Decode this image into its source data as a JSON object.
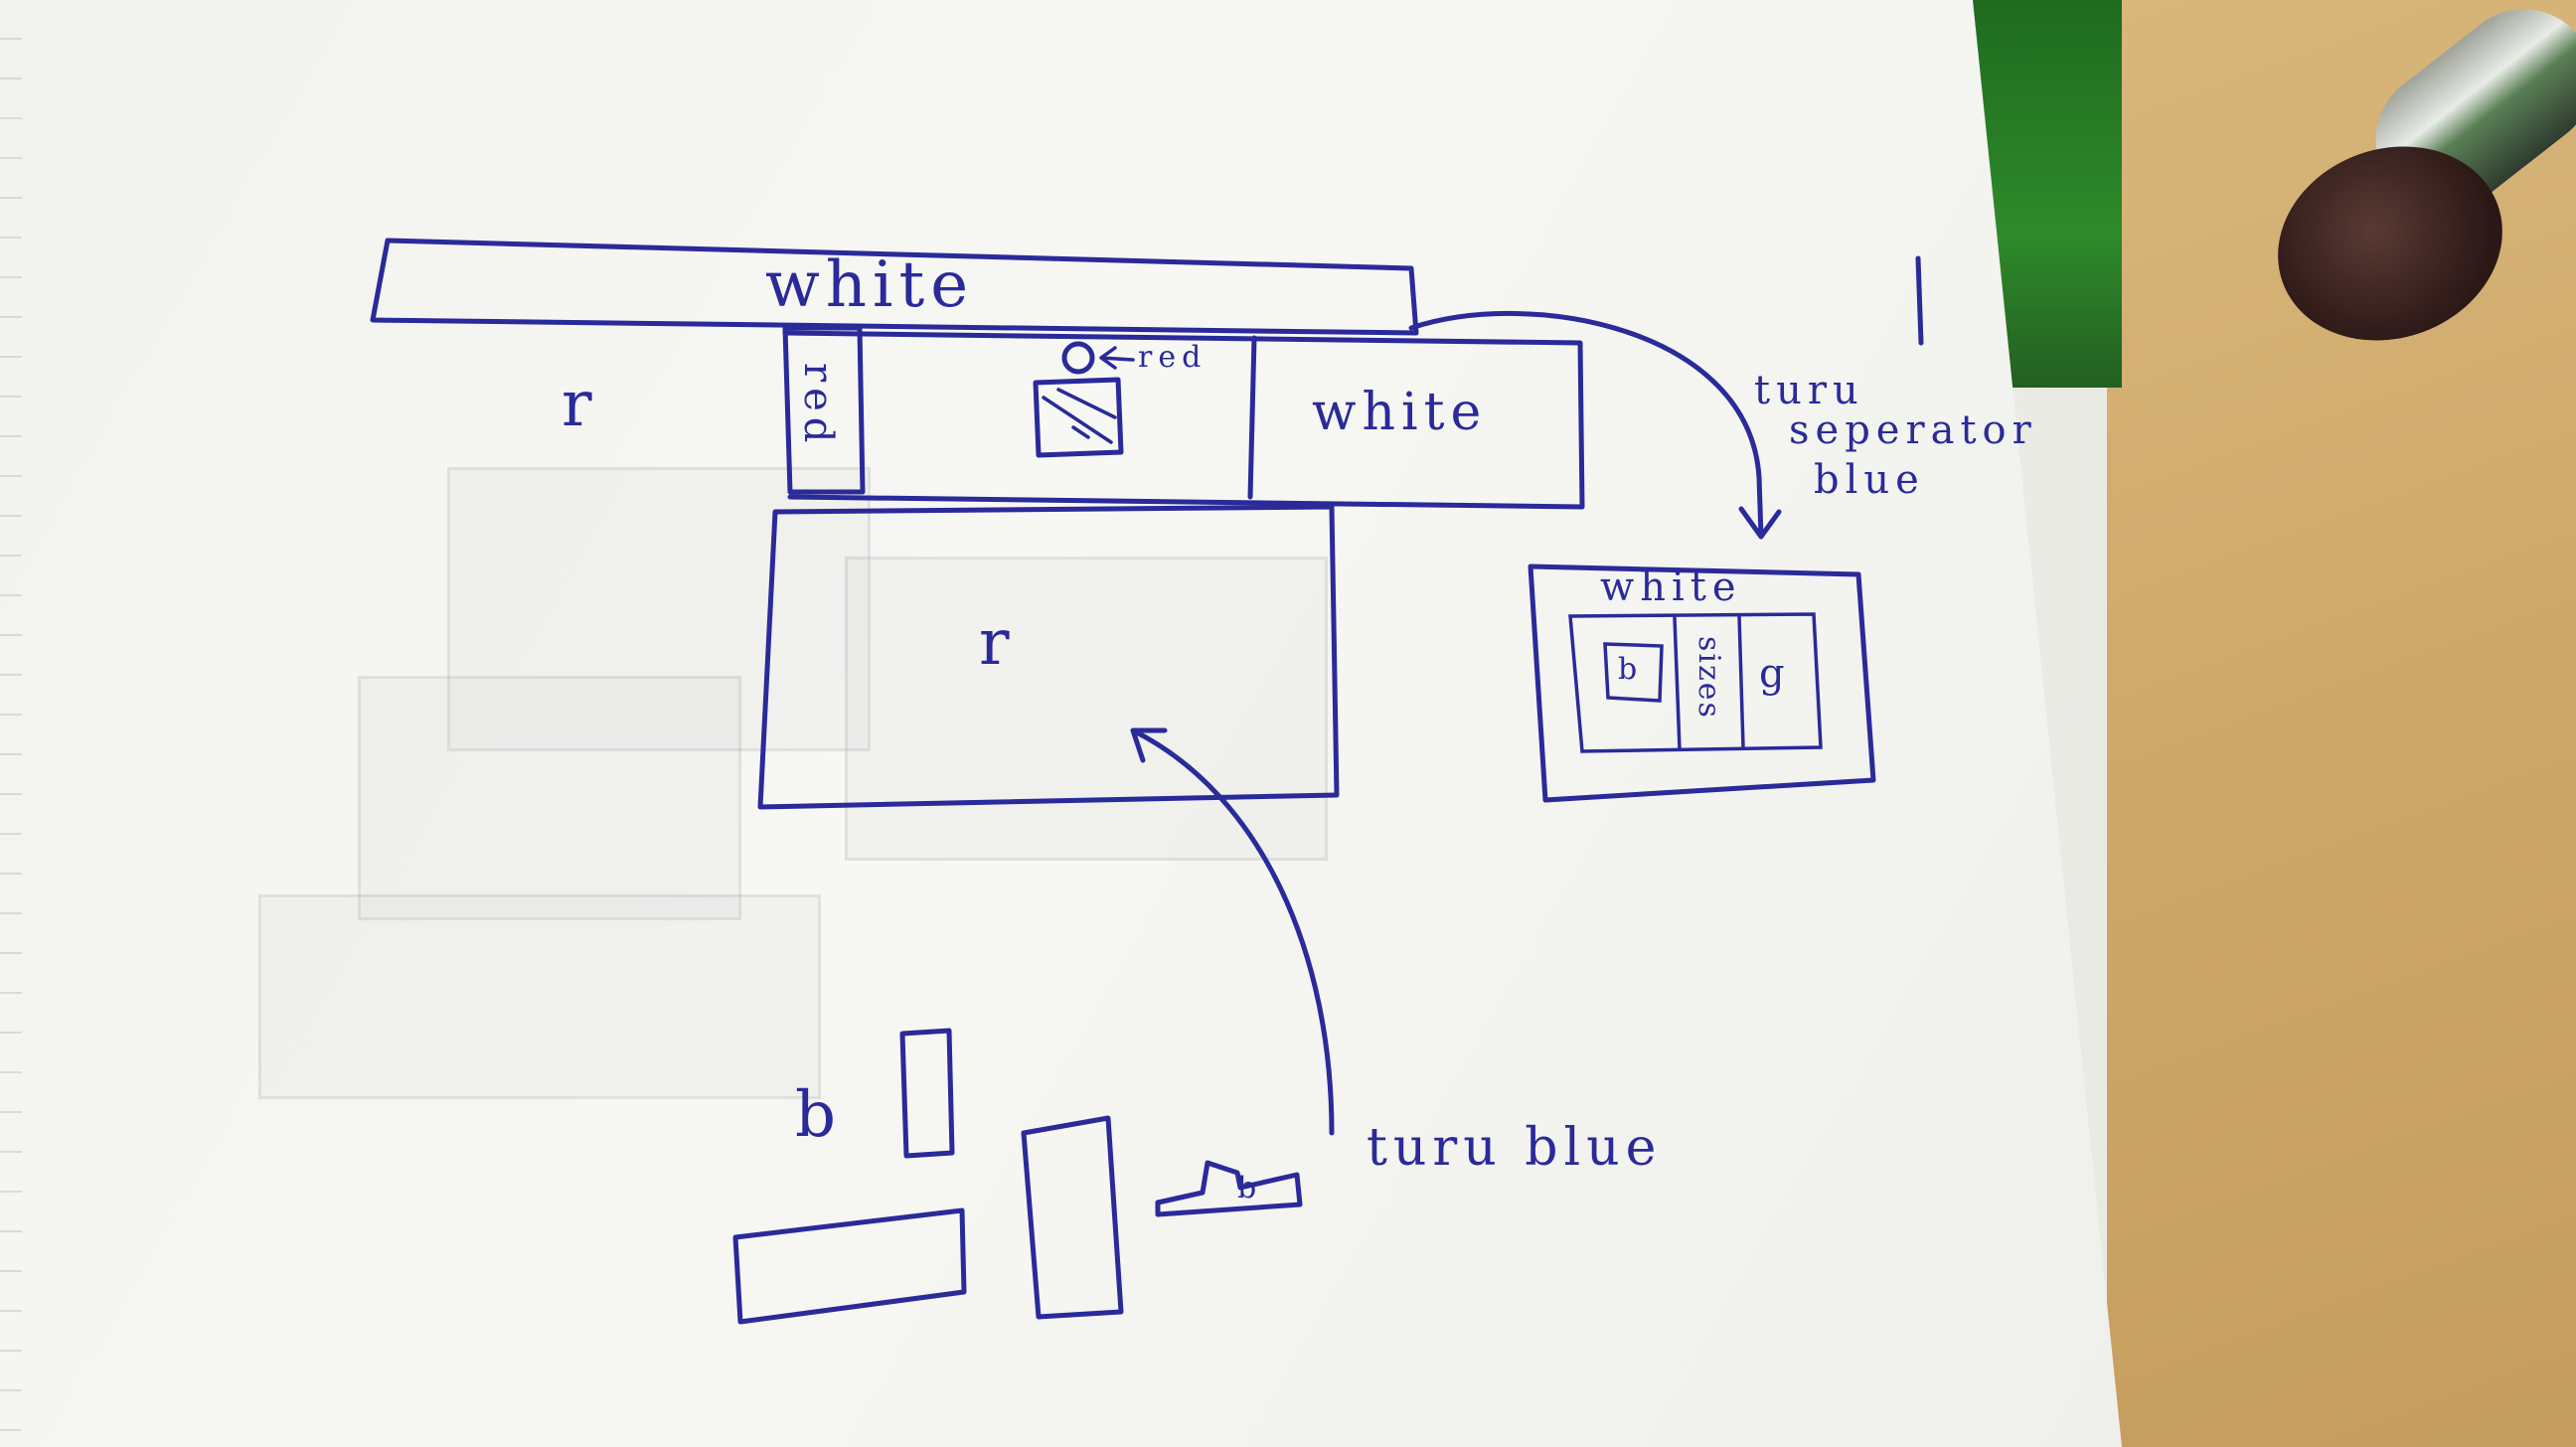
{
  "labels": {
    "top_bar": "white",
    "left_r": "r",
    "red_column": "red",
    "red_pointer": "red",
    "right_box": "white",
    "main_r": "r",
    "turn_separator_line1": "turu",
    "turn_separator_line2": "seperator",
    "turn_separator_line3": "blue",
    "mini_header": "white",
    "mini_middle": "sizes",
    "mini_right": "g",
    "mini_left": "b",
    "b_label": "b",
    "tab_label": "b",
    "turn_blue": "turu blue"
  },
  "colors": {
    "ink": "#2a2a9a",
    "paper": "#f4f4f1",
    "desk": "#d2ad6f",
    "folder": "#2e8a2a"
  }
}
